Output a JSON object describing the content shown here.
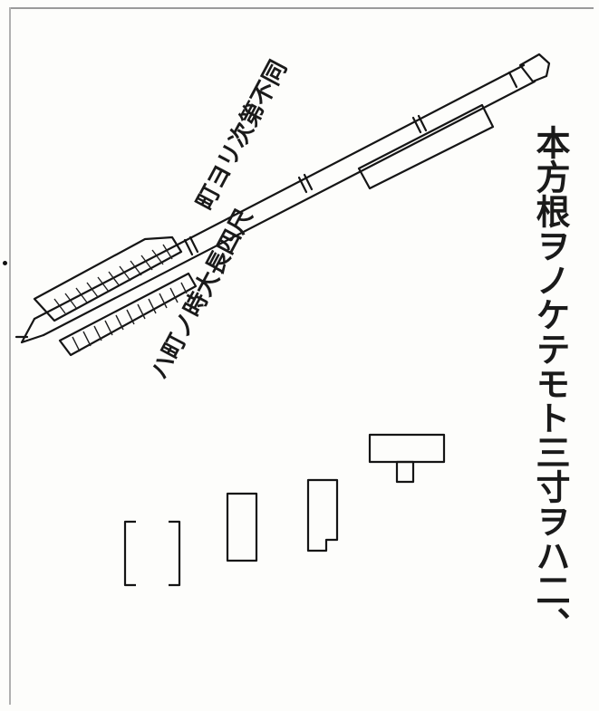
{
  "document": {
    "label_upper": "町ヨリ次第不同",
    "label_lower": "ハ町ノ時大長四尺",
    "main_note": "本方根ヲノケテモト三寸ヲハ二、"
  }
}
